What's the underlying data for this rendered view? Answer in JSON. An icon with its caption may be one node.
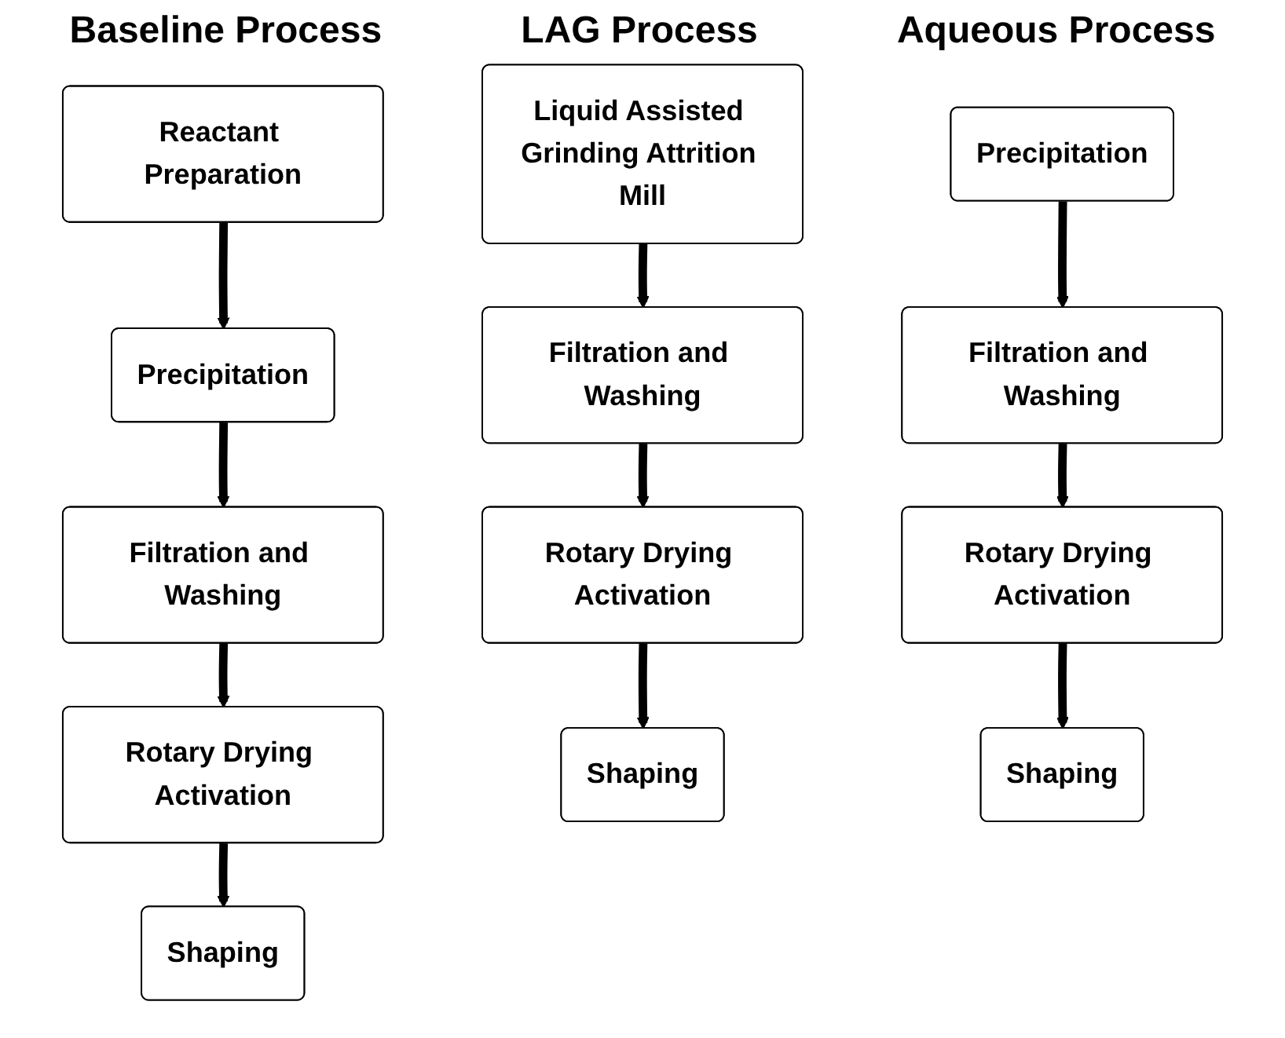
{
  "diagram": {
    "nodes": [
      {
        "text": [
          "Reactant Preparation"
        ]
      },
      {
        "text": [
          "Precipitation"
        ]
      },
      {
        "text": [
          "Filtration and Washing"
        ]
      },
      {
        "text": [
          "Rotary Drying Activation"
        ]
      },
      {
        "text": [
          "Shaping"
        ]
      },
      {
        "text": [
          "Liquid Assisted Grinding Attrition Mill"
        ]
      },
      {
        "text": [
          "Filtration and Washing"
        ]
      },
      {
        "text": [
          "Rotary Drying Activation"
        ]
      },
      {
        "text": [
          "Shaping"
        ]
      },
      {
        "text": [
          "Precipitation"
        ]
      },
      {
        "text": [
          "Filtration and Washing"
        ]
      },
      {
        "text": [
          "Rotary Drying Activation"
        ]
      },
      {
        "text": [
          "Shaping"
        ]
      }
    ],
    "edges": [
      {
        "from": 0,
        "to": 1,
        "arrow": "to"
      },
      {
        "from": 1,
        "to": 2,
        "arrow": "to"
      },
      {
        "from": 2,
        "to": 3,
        "arrow": "to"
      },
      {
        "from": 3,
        "to": 4,
        "arrow": "to"
      },
      {
        "from": 5,
        "to": 6,
        "arrow": "to"
      },
      {
        "from": 6,
        "to": 7,
        "arrow": "to"
      },
      {
        "from": 7,
        "to": 8,
        "arrow": "to"
      },
      {
        "from": 9,
        "to": 10,
        "arrow": "to"
      },
      {
        "from": 10,
        "to": 11,
        "arrow": "to"
      },
      {
        "from": 11,
        "to": 12,
        "arrow": "to"
      }
    ],
    "labels": [
      "Baseline Process",
      "LAG Process",
      "Aqueous Process"
    ]
  }
}
